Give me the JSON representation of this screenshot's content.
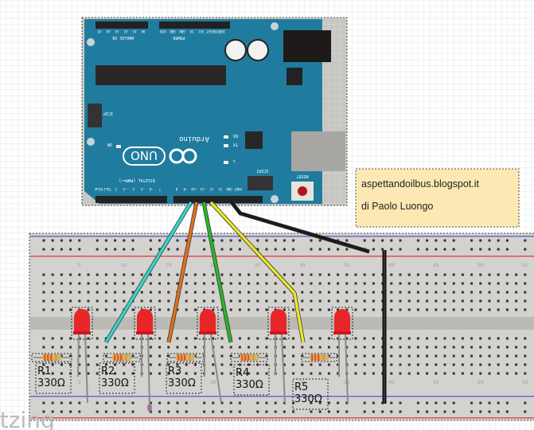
{
  "arduino": {
    "logo_text": "Arduino",
    "model": "UNO",
    "labels": {
      "analog_in": "ANALOG IN",
      "power": "POWER",
      "digital": "DIGITAL (PWM=~)",
      "icsp": "ICSP",
      "icsp2": "ICSP2",
      "reset": "RESET",
      "on": "ON",
      "tx": "TX",
      "rx": "RX",
      "l": "L",
      "aref": "AREF",
      "gnd": "GND"
    },
    "analog_pins": [
      "A5",
      "A4",
      "A3",
      "A2",
      "A1",
      "A0"
    ],
    "power_pins": [
      "VIN",
      "GND",
      "GND",
      "5V",
      "3V3",
      "RESET",
      "IOREF"
    ],
    "digital_pins": [
      "RX◄0",
      "TX►1",
      "2",
      "~3",
      "4",
      "~5",
      "~6",
      "7",
      "8",
      "~9",
      "~10",
      "~11",
      "12",
      "13",
      "GND",
      "AREF"
    ]
  },
  "note": {
    "line1": "aspettandoilbus.blogspot.it",
    "line2": "di Paolo Luongo",
    "color": "#fce8b2"
  },
  "breadboard": {
    "column_numbers": [
      "5",
      "10",
      "15",
      "20",
      "25",
      "30",
      "35",
      "40",
      "45",
      "50",
      "55"
    ]
  },
  "resistors": [
    {
      "name": "R1",
      "value": "330Ω"
    },
    {
      "name": "R2",
      "value": "330Ω"
    },
    {
      "name": "R3",
      "value": "330Ω"
    },
    {
      "name": "R4",
      "value": "330Ω"
    },
    {
      "name": "R5",
      "value": "330Ω"
    }
  ],
  "wires": [
    {
      "from": "~9",
      "color": "#33d6c8"
    },
    {
      "from": "~10",
      "color": "#e0701e"
    },
    {
      "from": "~11",
      "color": "#2ab52a"
    },
    {
      "from": "12",
      "color": "#e8e82a"
    },
    {
      "from": "GND",
      "color": "#1a1a1a"
    }
  ],
  "led_color": "#e8262a",
  "board_color": "#1f7c9e",
  "watermark": "fritzing"
}
